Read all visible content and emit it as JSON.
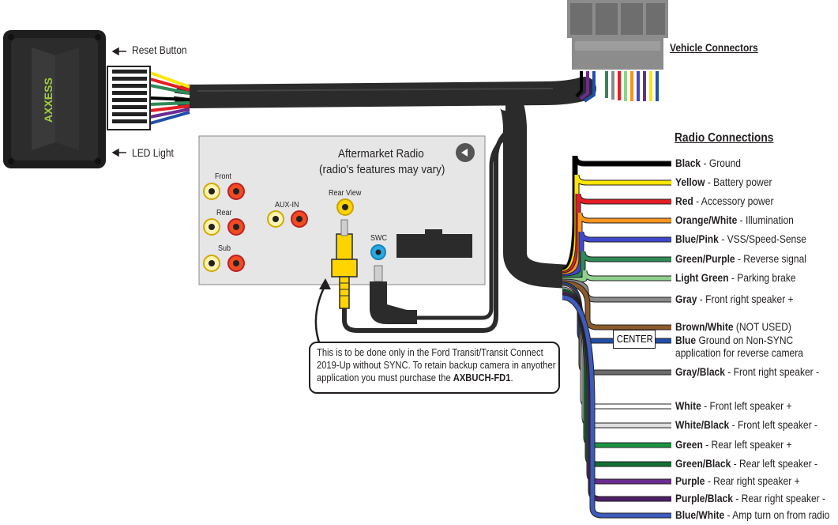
{
  "module": {
    "brand_text": "AXXESS",
    "reset_label": "Reset Button",
    "led_label": "LED Light"
  },
  "vehicle_connectors_label": "Vehicle Connectors",
  "radio": {
    "title_line1": "Aftermarket Radio",
    "title_line2": "(radio's features may vary)",
    "front_label": "Front",
    "rear_label": "Rear",
    "sub_label": "Sub",
    "aux_label": "AUX-IN",
    "rear_view_label": "Rear View",
    "swc_label": "SWC"
  },
  "radio_connections_label": "Radio Connections",
  "center_label": "CENTER",
  "note": {
    "text": "This is to be done only in the Ford Transit/Transit Connect 2019-Up without SYNC. To retain backup camera in anyother application you must purchase the ",
    "part": "AXBUCH-FD1",
    "end": "."
  },
  "wires": [
    {
      "name": "Black",
      "desc": " - Ground",
      "color": "#000000"
    },
    {
      "name": "Yellow",
      "desc": " - Battery power",
      "color": "#ffe600"
    },
    {
      "name": "Red",
      "desc": " - Accessory power",
      "color": "#e31e24"
    },
    {
      "name": "Orange/White",
      "desc": " - Illumination",
      "color": "#f7941d"
    },
    {
      "name": "Blue/Pink",
      "desc": " - VSS/Speed-Sense",
      "color": "#3f48cc"
    },
    {
      "name": "Green/Purple",
      "desc": " - Reverse signal",
      "color": "#2e8b57"
    },
    {
      "name": "Light Green",
      "desc": " - Parking brake",
      "color": "#8fd18f"
    },
    {
      "name": "Gray",
      "desc": " - Front right speaker +",
      "color": "#8a8a8a"
    },
    {
      "name": "Brown/White",
      "desc": " (NOT USED)",
      "color": "#8b5a2b"
    },
    {
      "name": "Blue",
      "desc": " Ground on Non-SYNC",
      "desc2": "application for reverse camera",
      "color": "#1f4fa8"
    },
    {
      "name": "Gray/Black",
      "desc": " - Front right speaker -",
      "color": "#6b6b6b"
    },
    {
      "name": "White",
      "desc": " - Front left speaker +",
      "color": "#ffffff"
    },
    {
      "name": "White/Black",
      "desc": " - Front left speaker -",
      "color": "#dddddd"
    },
    {
      "name": "Green",
      "desc": " - Rear left speaker +",
      "color": "#1a9641"
    },
    {
      "name": "Green/Black",
      "desc": " - Rear left speaker -",
      "color": "#127033"
    },
    {
      "name": "Purple",
      "desc": " - Rear right speaker +",
      "color": "#6a2c91"
    },
    {
      "name": "Purple/Black",
      "desc": " - Rear right speaker -",
      "color": "#4b1f66"
    },
    {
      "name": "Blue/White",
      "desc": " - Amp turn on from radio",
      "color": "#3c5bbf"
    }
  ]
}
